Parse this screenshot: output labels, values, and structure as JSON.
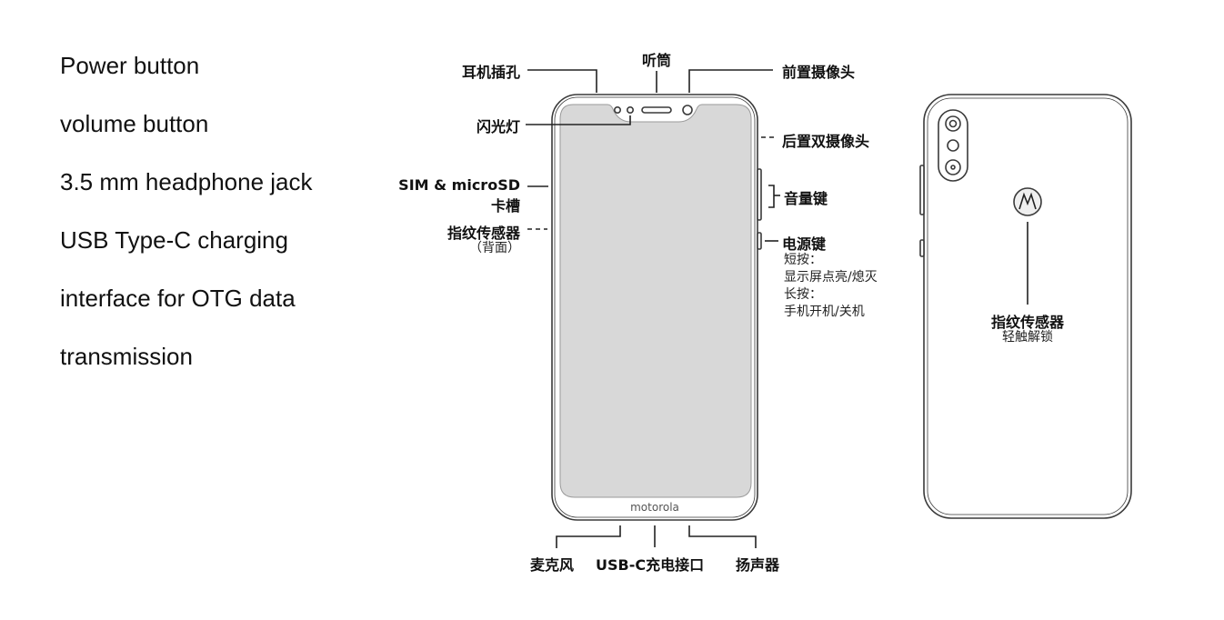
{
  "left_notes": [
    "Power button",
    "volume button",
    "3.5 mm headphone jack",
    "USB Type-C charging",
    "interface for OTG data",
    "transmission"
  ],
  "front": {
    "brand_text": "motorola",
    "labels": {
      "earphone_jack": "耳机插孔",
      "earpiece": "听筒",
      "front_camera": "前置摄像头",
      "flash": "闪光灯",
      "rear_dual_camera": "后置双摄像头",
      "sim_slot_line1": "SIM & microSD",
      "sim_slot_line2": "卡槽",
      "volume_key": "音量键",
      "fingerprint_sensor": "指纹传感器",
      "fingerprint_note": "（背面）",
      "power_key": "电源键",
      "power_short_press": "短按：",
      "power_short_action": "显示屏点亮/熄灭",
      "power_long_press": "长按：",
      "power_long_action": "手机开机/关机",
      "microphone": "麦克风",
      "usb_c_port": "USB-C充电接口",
      "speaker": "扬声器"
    }
  },
  "back": {
    "labels": {
      "fingerprint_sensor": "指纹传感器",
      "fingerprint_note": "轻触解锁"
    }
  },
  "colors": {
    "outline": "#3a3a3a",
    "screen": "#d8d8d8",
    "text": "#111111"
  }
}
